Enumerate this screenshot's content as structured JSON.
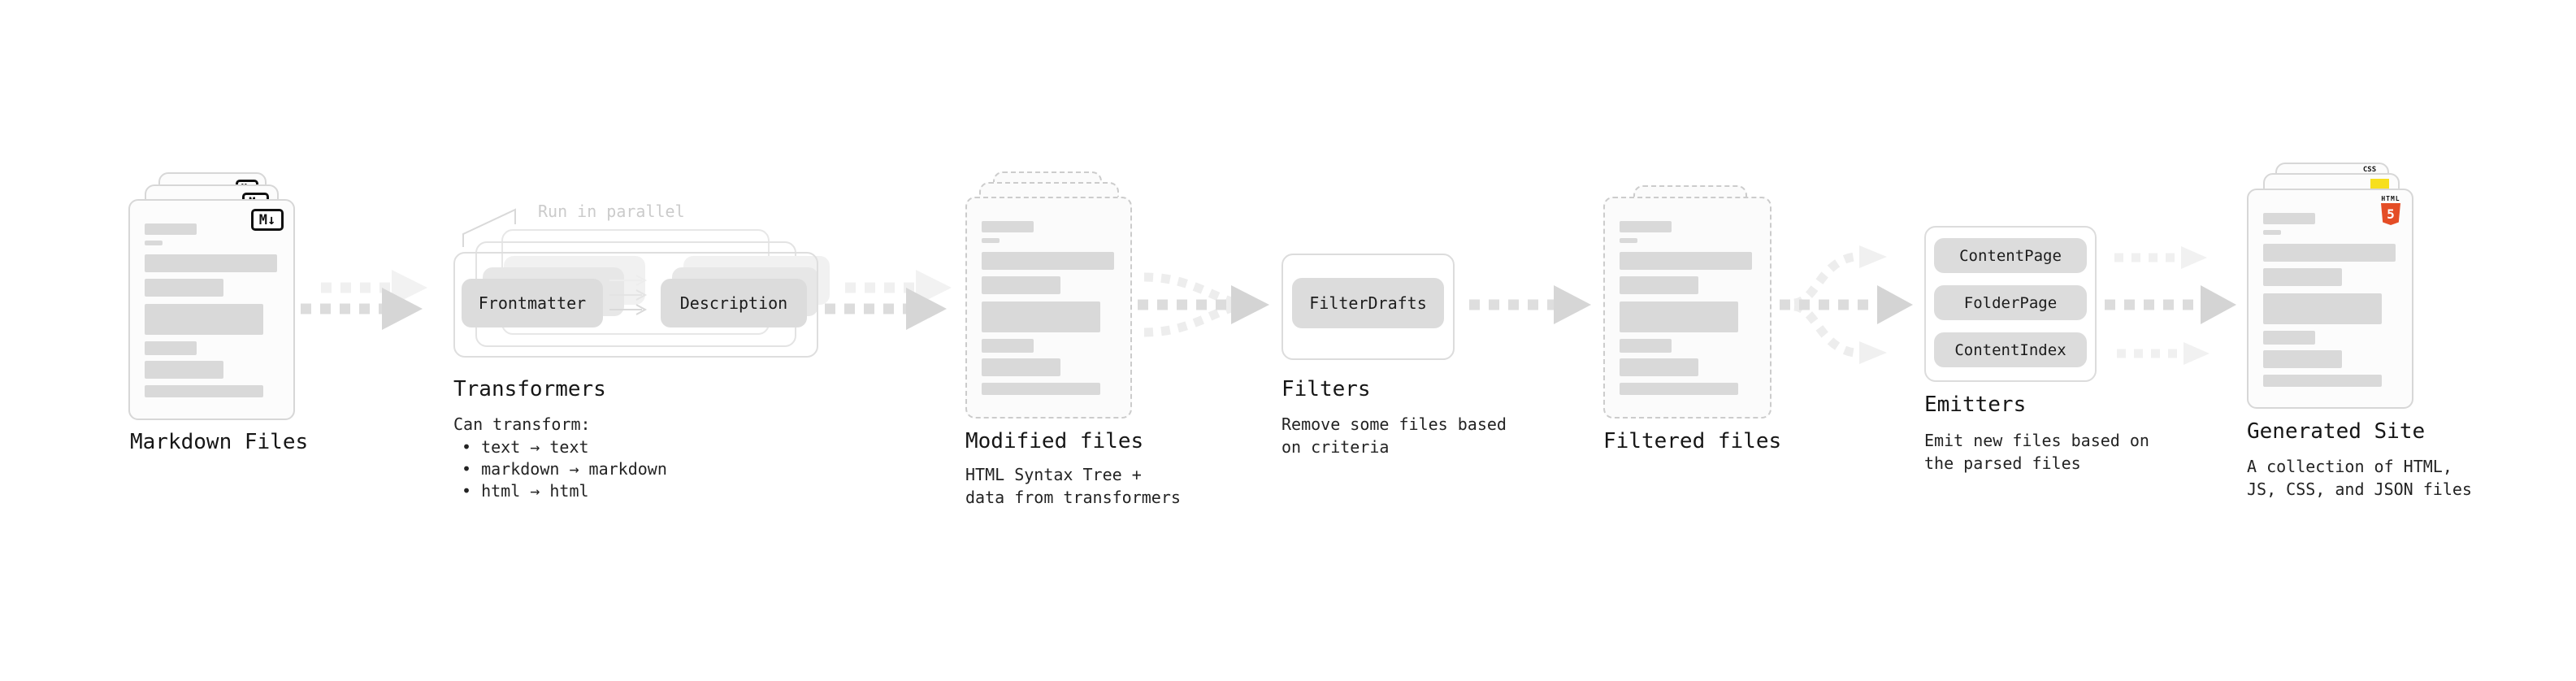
{
  "stages": {
    "markdown": {
      "title": "Markdown Files",
      "icon_label": "M↓"
    },
    "transformers": {
      "annotation": "Run in parallel",
      "pill_frontmatter": "Frontmatter",
      "pill_description": "Description",
      "title": "Transformers",
      "caption_heading": "Can transform:",
      "bullet_1": "• text → text",
      "bullet_2": "• markdown → markdown",
      "bullet_3": "• html → html"
    },
    "modified": {
      "title": "Modified files",
      "caption": "HTML Syntax Tree +\ndata from transformers"
    },
    "filters": {
      "title": "Filters",
      "pill": "FilterDrafts",
      "caption": "Remove some files based\non criteria"
    },
    "filtered": {
      "title": "Filtered files"
    },
    "emitters": {
      "title": "Emitters",
      "pill_1": "ContentPage",
      "pill_2": "FolderPage",
      "pill_3": "ContentIndex",
      "caption": "Emit new files based on\nthe parsed files"
    },
    "generated": {
      "title": "Generated Site",
      "caption": "A collection of HTML,\nJS, CSS, and JSON files",
      "badge_css": "CSS",
      "badge_html": "HTML",
      "badge_html_number": "5"
    }
  },
  "colors": {
    "html5_orange": "#e44d26",
    "js_yellow": "#f7df1e",
    "css_blue": "#2e6bf0"
  }
}
